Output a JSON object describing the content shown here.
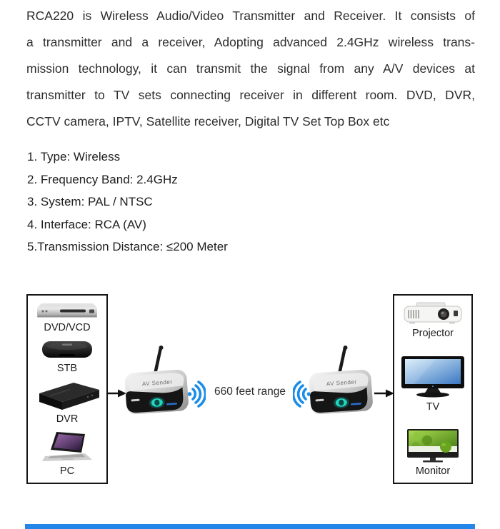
{
  "colors": {
    "wifi_blue": "#1B8DE8",
    "led_teal": "#1FD8C4",
    "bottom_bar_blue": "#2486E8",
    "body_text": "#2E2E2E"
  },
  "description": {
    "lines": [
      "RCA220 is Wireless Audio/Video Transmitter and Receiver. It consists of",
      "a transmitter and a receiver, Adopting advanced 2.4GHz wireless trans-",
      "mission technology, it can transmit the signal from any A/V devices at",
      "transmitter to TV sets connecting receiver in different room. DVD, DVR,",
      "CCTV camera, IPTV, Satellite receiver, Digital TV Set Top Box etc"
    ]
  },
  "specs": {
    "items": [
      "1. Type: Wireless",
      "2. Frequency Band: 2.4GHz",
      "3. System: PAL / NTSC",
      "4. Interface: RCA (AV)",
      "5.Transmission Distance: ≤200 Meter"
    ]
  },
  "diagram": {
    "range_label": "660 feet range",
    "transmitter": {
      "label": "AV Sender"
    },
    "receiver": {
      "label": "AV Sender"
    },
    "sources": {
      "items": [
        {
          "label": "DVD/VCD"
        },
        {
          "label": "STB"
        },
        {
          "label": "DVR"
        },
        {
          "label": "PC"
        }
      ]
    },
    "displays": {
      "items": [
        {
          "label": "Projector"
        },
        {
          "label": "TV"
        },
        {
          "label": "Monitor"
        }
      ]
    }
  }
}
